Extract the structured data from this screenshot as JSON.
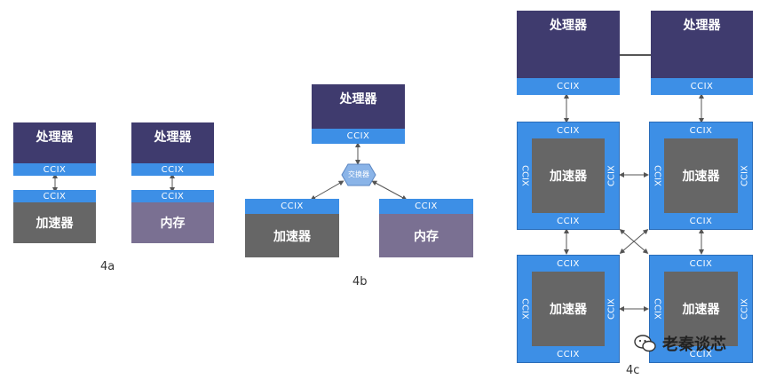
{
  "labels": {
    "processor": "处理器",
    "ccix": "CCIX",
    "accelerator": "加速器",
    "memory": "内存",
    "switch": "交换器"
  },
  "captions": {
    "fig_a": "4a",
    "fig_b": "4b",
    "fig_c": "4c"
  },
  "watermark": {
    "text": "老秦谈芯",
    "icon": "wechat-icon"
  },
  "colors": {
    "processor": "#3f3b6e",
    "ccix": "#3d8fe6",
    "accelerator": "#666666",
    "memory": "#7a7092"
  }
}
